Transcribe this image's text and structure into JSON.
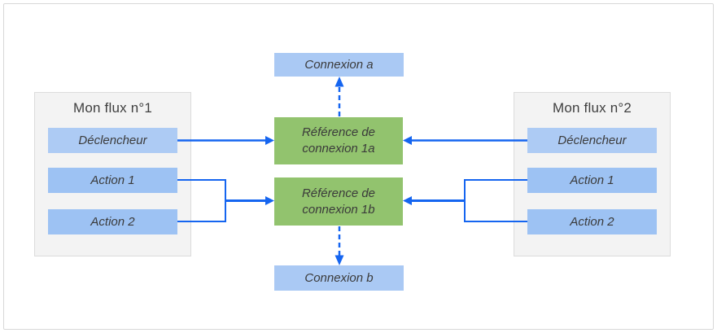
{
  "diagram": {
    "flows": [
      {
        "title": "Mon flux n°1",
        "trigger": "Déclencheur",
        "actions": [
          "Action 1",
          "Action 2"
        ]
      },
      {
        "title": "Mon flux n°2",
        "trigger": "Déclencheur",
        "actions": [
          "Action 1",
          "Action 2"
        ]
      }
    ],
    "connection_references": [
      {
        "label": "Référence de connexion 1a"
      },
      {
        "label": "Référence de connexion 1b"
      }
    ],
    "connections": [
      {
        "label": "Connexion a"
      },
      {
        "label": "Connexion b"
      }
    ],
    "colors": {
      "trigger_box": "#ADCBF4",
      "action_box": "#9DC2F3",
      "connection_box": "#AAC9F4",
      "connection_reference_box": "#92C36E",
      "arrow": "#1565F0",
      "flow_container_bg": "#F3F3F3",
      "border": "#D8D8D8",
      "text": "#3B3B3B"
    }
  }
}
